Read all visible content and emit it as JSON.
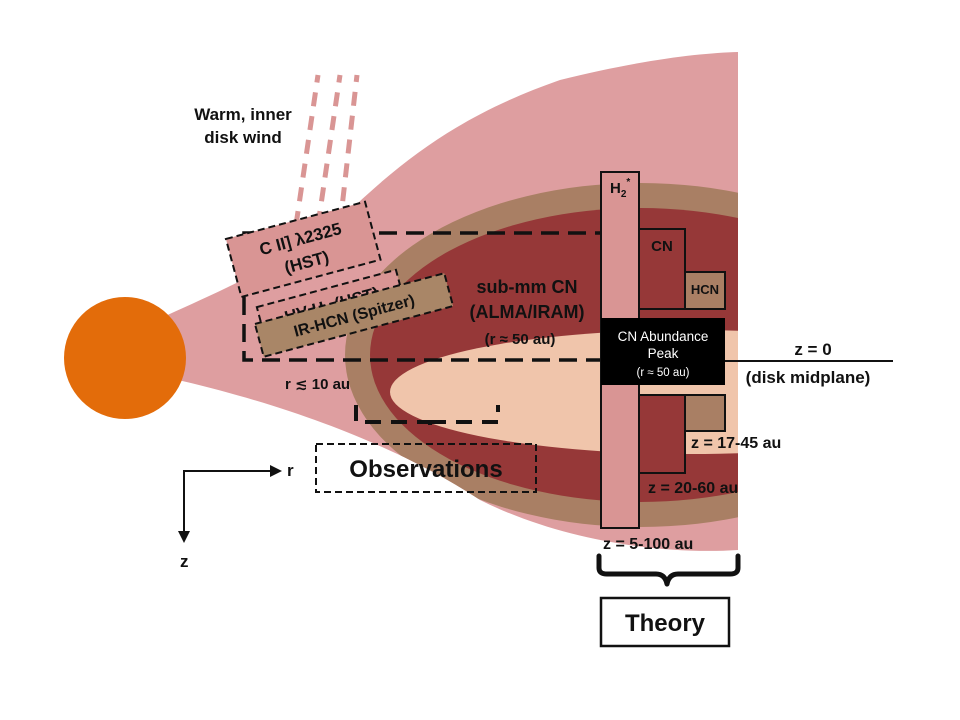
{
  "wind_label": [
    "Warm, inner",
    "disk wind"
  ],
  "observations": {
    "c3_line1": "C II] λ2325",
    "c3_line2": "(HST)",
    "uvh2_prefix": "UV-H",
    "uvh2_sub": "2",
    "uvh2_suffix": " (HST)",
    "irhcn": "IR-HCN (Spitzer)",
    "submm_line1": "sub-mm CN",
    "submm_line2": "(ALMA/IRAM)",
    "submm_line3": "(r ≈ 50 au)",
    "inner_radius": "r ≲ 10 au",
    "title": "Observations"
  },
  "theory": {
    "h2_main": "H",
    "h2_sub": "2",
    "h2_sup": "*",
    "cn": "CN",
    "hcn": "HCN",
    "peak_line1": "CN Abundance",
    "peak_line2": "Peak",
    "peak_line3": "(r ≈ 50 au)",
    "z_hcn": "z = 17-45 au",
    "z_cn": "z = 20-60 au",
    "z_h2": "z = 5-100 au",
    "title": "Theory"
  },
  "midplane": {
    "z0": "z = 0",
    "label": "(disk midplane)"
  },
  "axes": {
    "r": "r",
    "z": "z"
  },
  "colors": {
    "star": "#E36C0A",
    "outer_disk": "#DE9EA0",
    "tan_layer": "#A97F64",
    "cn_layer": "#963838",
    "inner_cavity": "#F0C5AB",
    "box_fill": "#D99594",
    "irhcn_fill": "#A98667",
    "peak_fill": "#000000"
  }
}
